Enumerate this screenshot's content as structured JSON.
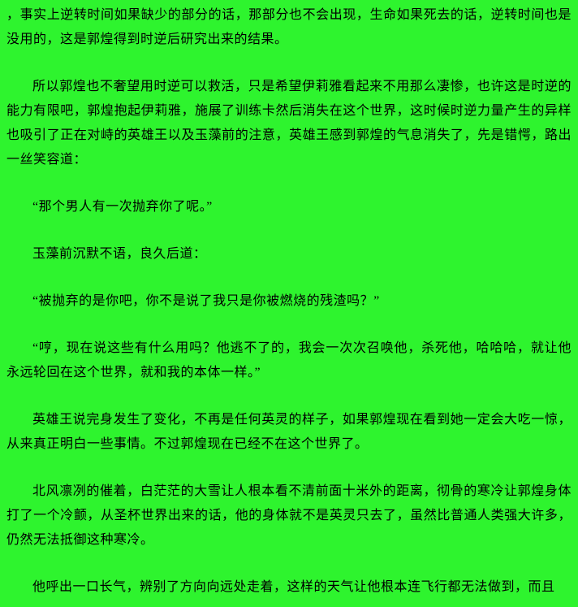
{
  "theme": {
    "background_color": "#2ef42e",
    "text_color": "#000000"
  },
  "content": {
    "paragraphs": [
      {
        "indent": false,
        "text": "，事实上逆转时间如果缺少的部分的话，那部分也不会出现，生命如果死去的话，逆转时间也是没用的，这是郭煌得到时逆后研究出来的结果。"
      },
      {
        "indent": true,
        "text": "所以郭煌也不奢望用时逆可以救活，只是希望伊莉雅看起来不用那么凄惨，也许这是时逆的能力有限吧，郭煌抱起伊莉雅，施展了训练卡然后消失在这个世界，这时候时逆力量产生的异样也吸引了正在对峙的英雄王以及玉藻前的注意，英雄王感到郭煌的气息消失了，先是错愕，路出一丝笑容道："
      },
      {
        "indent": true,
        "text": "“那个男人有一次抛弃你了呢。”"
      },
      {
        "indent": true,
        "text": "玉藻前沉默不语，良久后道："
      },
      {
        "indent": true,
        "text": "“被抛弃的是你吧，你不是说了我只是你被燃烧的残渣吗？”"
      },
      {
        "indent": true,
        "text": "“哼，现在说这些有什么用吗？他逃不了的，我会一次次召唤他，杀死他，哈哈哈，就让他永远轮回在这个世界，就和我的本体一样。”"
      },
      {
        "indent": true,
        "text": "英雄王说完身发生了变化，不再是任何英灵的样子，如果郭煌现在看到她一定会大吃一惊，从来真正明白一些事情。不过郭煌现在已经不在这个世界了。"
      },
      {
        "indent": true,
        "text": "北风凛冽的催着，白茫茫的大雪让人根本看不清前面十米外的距离，彻骨的寒冷让郭煌身体打了一个冷颤，从圣杯世界出来的话，他的身体就不是英灵只去了，虽然比普通人类强大许多，仍然无法抵御这种寒冷。"
      },
      {
        "indent": true,
        "text": "他呼出一口长气，辨别了方向向远处走着，这样的天气让他根本连飞行都无法做到，而且"
      }
    ]
  }
}
